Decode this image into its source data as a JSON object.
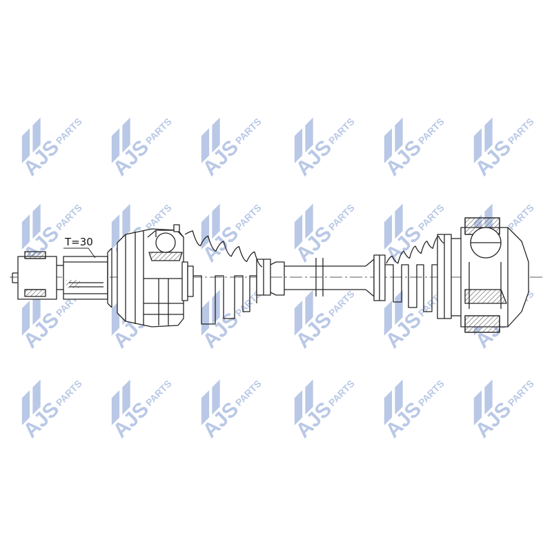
{
  "watermark": {
    "brand": "AJS",
    "suffix": "PARTS",
    "color": "#b9c8e6",
    "edge_color": "#a9bbdf"
  },
  "drawing": {
    "spline_label": "T=30",
    "line_color": "#222222",
    "hatch_color": "#555555"
  }
}
